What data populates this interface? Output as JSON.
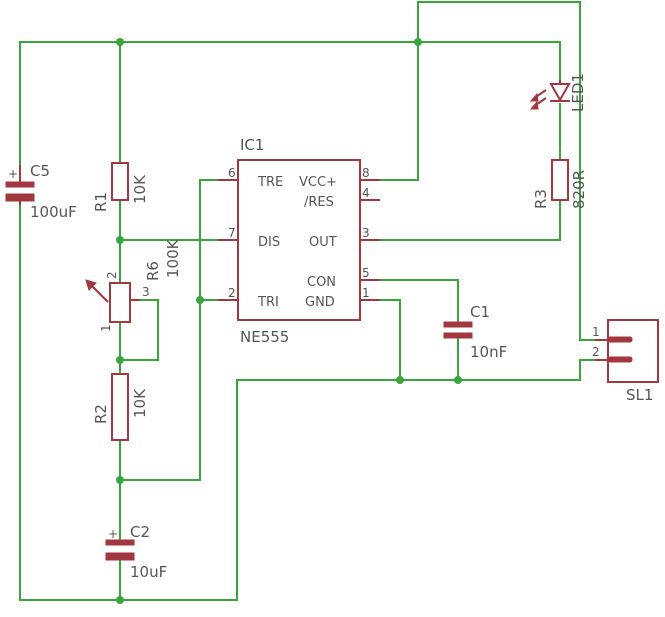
{
  "ic1": {
    "ref": "IC1",
    "value": "NE555",
    "pins": {
      "tre": "TRE",
      "vcc": "VCC+",
      "res": "/RES",
      "dis": "DIS",
      "out": "OUT",
      "con": "CON",
      "tri": "TRI",
      "gnd": "GND",
      "n6": "6",
      "n8": "8",
      "n4": "4",
      "n7": "7",
      "n3": "3",
      "n5": "5",
      "n2": "2",
      "n1": "1"
    }
  },
  "r1": {
    "ref": "R1",
    "value": "10K"
  },
  "r2": {
    "ref": "R2",
    "value": "10K"
  },
  "r3": {
    "ref": "R3",
    "value": "820R"
  },
  "r6": {
    "ref": "R6",
    "value": "100K",
    "pin1": "1",
    "pin2": "2",
    "pin3": "3"
  },
  "c1": {
    "ref": "C1",
    "value": "10nF"
  },
  "c2": {
    "ref": "C2",
    "value": "10uF",
    "polarity": "+"
  },
  "c5": {
    "ref": "C5",
    "value": "100uF",
    "polarity": "+"
  },
  "led1": {
    "ref": "LED1"
  },
  "sl1": {
    "ref": "SL1",
    "pin1": "1",
    "pin2": "2"
  },
  "colors": {
    "wire": "#3aa53a",
    "part": "#a2383f",
    "text": "#555555"
  }
}
